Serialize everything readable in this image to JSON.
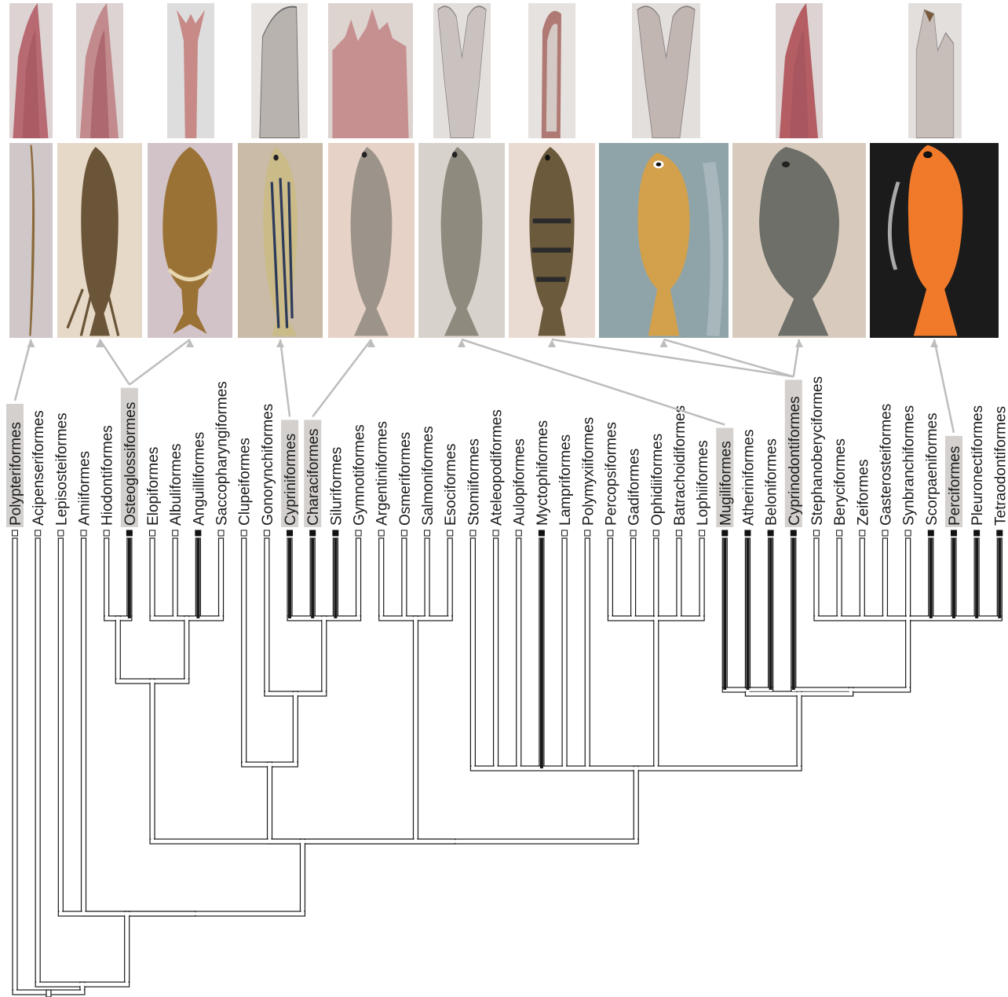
{
  "figure": {
    "taxa": [
      {
        "name": "Polypteriformes",
        "highlighted": true,
        "state": "open"
      },
      {
        "name": "Acipenseriformes",
        "highlighted": false,
        "state": "open"
      },
      {
        "name": "Lepisosteiformes",
        "highlighted": false,
        "state": "open"
      },
      {
        "name": "Amiiformes",
        "highlighted": false,
        "state": "open"
      },
      {
        "name": "Hiodontiformes",
        "highlighted": false,
        "state": "open"
      },
      {
        "name": "Osteoglossiformes",
        "highlighted": true,
        "state": "filled"
      },
      {
        "name": "Elopiformes",
        "highlighted": false,
        "state": "open"
      },
      {
        "name": "Albuliformes",
        "highlighted": false,
        "state": "open"
      },
      {
        "name": "Anguilliformes",
        "highlighted": false,
        "state": "filled"
      },
      {
        "name": "Saccopharyngiformes",
        "highlighted": false,
        "state": "open"
      },
      {
        "name": "Clupeiformes",
        "highlighted": false,
        "state": "open"
      },
      {
        "name": "Gonorynchiformes",
        "highlighted": false,
        "state": "open"
      },
      {
        "name": "Cypriniformes",
        "highlighted": true,
        "state": "filled"
      },
      {
        "name": "Characiformes",
        "highlighted": true,
        "state": "filled"
      },
      {
        "name": "Siluriformes",
        "highlighted": false,
        "state": "filled"
      },
      {
        "name": "Gymnotiformes",
        "highlighted": false,
        "state": "open"
      },
      {
        "name": "Argentiniformes",
        "highlighted": false,
        "state": "open"
      },
      {
        "name": "Osmeriformes",
        "highlighted": false,
        "state": "open"
      },
      {
        "name": "Salmoniformes",
        "highlighted": false,
        "state": "open"
      },
      {
        "name": "Esociformes",
        "highlighted": false,
        "state": "open"
      },
      {
        "name": "Stomiiformes",
        "highlighted": false,
        "state": "open"
      },
      {
        "name": "Ateleopodiformes",
        "highlighted": false,
        "state": "open"
      },
      {
        "name": "Aulopiformes",
        "highlighted": false,
        "state": "open"
      },
      {
        "name": "Myctophiformes",
        "highlighted": false,
        "state": "filled"
      },
      {
        "name": "Lampriformes",
        "highlighted": false,
        "state": "open"
      },
      {
        "name": "Polymyxiiformes",
        "highlighted": false,
        "state": "open"
      },
      {
        "name": "Percopsiformes",
        "highlighted": false,
        "state": "open"
      },
      {
        "name": "Gadiformes",
        "highlighted": false,
        "state": "open"
      },
      {
        "name": "Ophidiiformes",
        "highlighted": false,
        "state": "open"
      },
      {
        "name": "Batrachoidiformes",
        "highlighted": false,
        "state": "open"
      },
      {
        "name": "Lophiiformes",
        "highlighted": false,
        "state": "open"
      },
      {
        "name": "Mugiliformes",
        "highlighted": true,
        "state": "filled"
      },
      {
        "name": "Atheriniformes",
        "highlighted": false,
        "state": "filled"
      },
      {
        "name": "Beloniformes",
        "highlighted": false,
        "state": "filled"
      },
      {
        "name": "Cyprinodontiformes",
        "highlighted": true,
        "state": "filled"
      },
      {
        "name": "Stephanoberyciformes",
        "highlighted": false,
        "state": "open"
      },
      {
        "name": "Beryciformes",
        "highlighted": false,
        "state": "open"
      },
      {
        "name": "Zeiformes",
        "highlighted": false,
        "state": "open"
      },
      {
        "name": "Gasterosteiformes",
        "highlighted": false,
        "state": "open"
      },
      {
        "name": "Synbranchiformes",
        "highlighted": false,
        "state": "open"
      },
      {
        "name": "Scorpaeniformes",
        "highlighted": false,
        "state": "filled"
      },
      {
        "name": "Perciformes",
        "highlighted": true,
        "state": "filled"
      },
      {
        "name": "Pleuronectiformes",
        "highlighted": false,
        "state": "filled"
      },
      {
        "name": "Tetraodontiformes",
        "highlighted": false,
        "state": "filled"
      }
    ],
    "specimens": [
      {
        "tooth": "conical",
        "fish": "eel-like",
        "tooth_color": "#b86a72",
        "fish_bg": "#cfc7c8",
        "fish_color": "#8a6a3a",
        "link_to": "Polypteriformes"
      },
      {
        "tooth": "conical",
        "fish": "finned",
        "tooth_color": "#c28a8c",
        "fish_bg": "#e7d9c8",
        "fish_color": "#6a5538",
        "link_to": "Osteoglossiformes"
      },
      {
        "tooth": "bicuspid-narrow",
        "fish": "round",
        "tooth_color": "#c78a86",
        "fish_bg": "#d2c3c8",
        "fish_color": "#9b7236",
        "link_to": "Osteoglossiformes"
      },
      {
        "tooth": "conical-clear",
        "fish": "striped",
        "tooth_color": "#b9b3b0",
        "fish_bg": "#c9bba8",
        "fish_color": "#cbbb88",
        "link_to": "Cypriniformes"
      },
      {
        "tooth": "multicuspid",
        "fish": "silver",
        "tooth_color": "#c79090",
        "fish_bg": "#e6d2c6",
        "fish_color": "#9c948a",
        "link_to": "Characiformes"
      },
      {
        "tooth": "bilobed",
        "fish": "silver",
        "tooth_color": "#c9c2bf",
        "fish_bg": "#d8d2cc",
        "fish_color": "#8f8a7e",
        "link_to": "Mugiliformes"
      },
      {
        "tooth": "narrow-clear",
        "fish": "banded",
        "tooth_color": "#b07a74",
        "fish_bg": "#eadbd2",
        "fish_color": "#6b5a3c",
        "link_to": "Cyprinodontiformes"
      },
      {
        "tooth": "bilobed-wide",
        "fish": "aquarium",
        "tooth_color": "#c1b6b2",
        "fish_bg": "#8fa4a8",
        "fish_color": "#d3a04c",
        "link_to": "Cyprinodontiformes"
      },
      {
        "tooth": "conical",
        "fish": "deep",
        "tooth_color": "#b45e64",
        "fish_bg": "#d8cbbd",
        "fish_color": "#6d6f68",
        "link_to": "Cyprinodontiformes"
      },
      {
        "tooth": "bicuspid-offset",
        "fish": "orange",
        "tooth_color": "#c7bdb9",
        "fish_bg": "#1b1b1b",
        "fish_color": "#f07a2a",
        "link_to": "Perciformes"
      }
    ],
    "colors": {
      "tree_line": "#1a1a1a",
      "highlight": "#d4d0ce",
      "arrow": "#bdbdbd"
    }
  }
}
